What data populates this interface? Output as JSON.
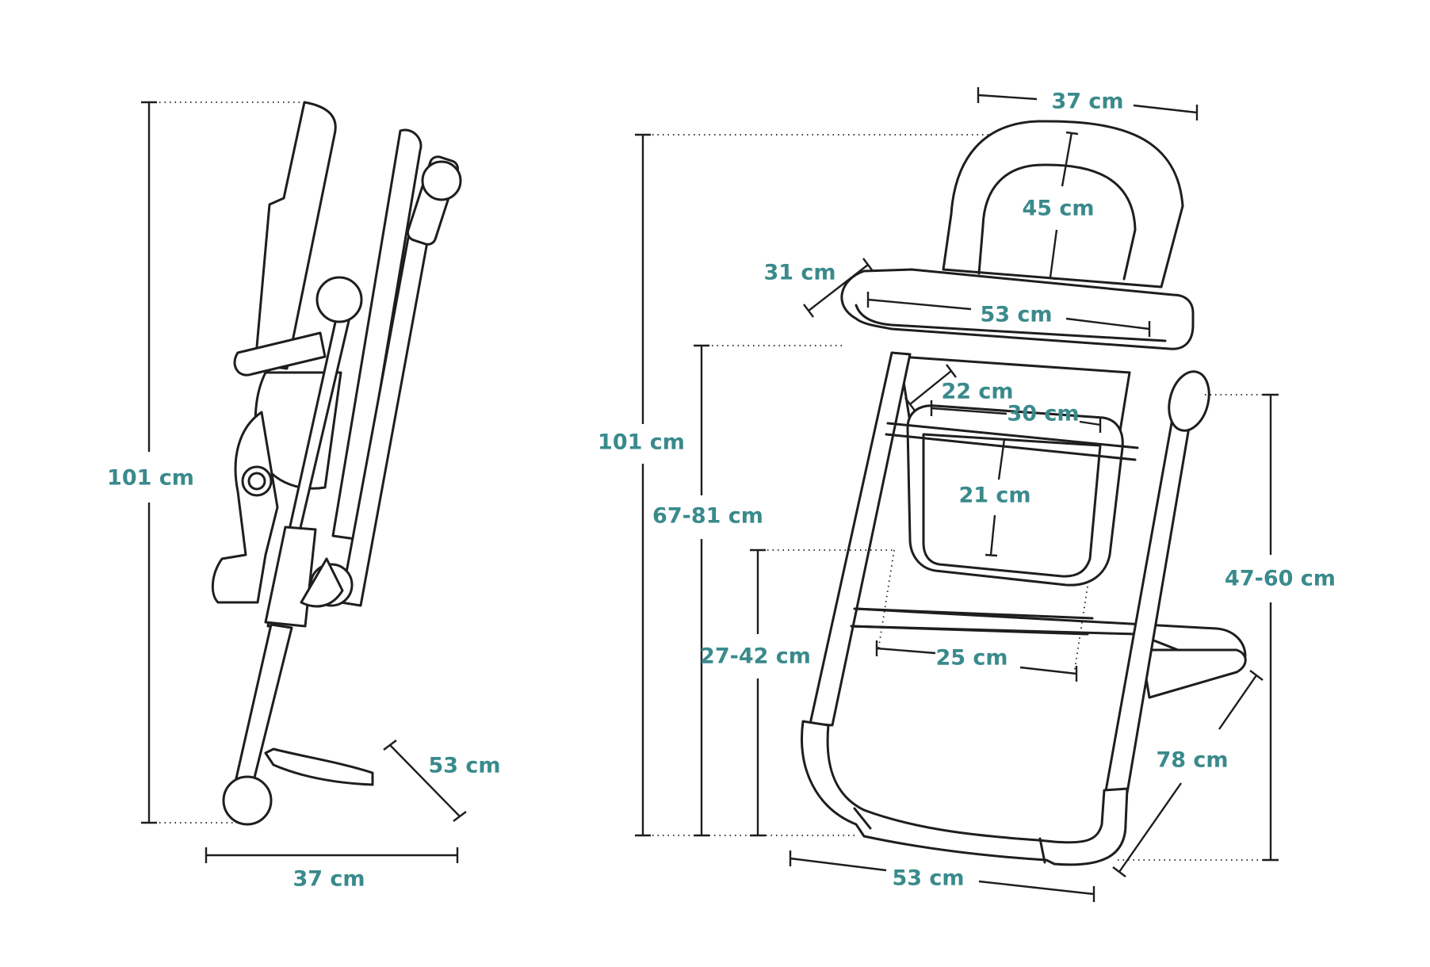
{
  "labels": {
    "folded_height": "101 cm",
    "folded_width": "37 cm",
    "folded_depth": "53 cm",
    "back_width": "37 cm",
    "back_height": "45 cm",
    "tray_depth": "31 cm",
    "tray_width": "53 cm",
    "seat_depth": "22 cm",
    "seat_width": "30 cm",
    "seat_back": "21 cm",
    "total_height": "101 cm",
    "tray_height": "67-81 cm",
    "seat_height": "27-42 cm",
    "footrest_width": "25 cm",
    "armrest_height": "47-60 cm",
    "base_depth": "78 cm",
    "base_width": "53 cm"
  },
  "colors": {
    "label": "#3a8a8c",
    "line": "#1e1e1e",
    "background": "#ffffff"
  }
}
